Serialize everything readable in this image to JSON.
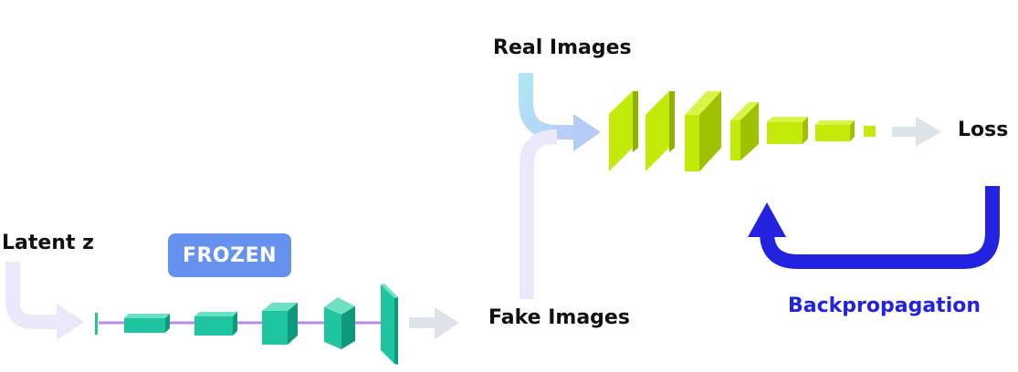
{
  "labels": {
    "real_images": "Real Images",
    "fake_images": "Fake Images",
    "latent": "Latent z",
    "loss": "Loss",
    "backprop": "Backpropagation",
    "frozen": "FROZEN"
  },
  "colors": {
    "discriminator": "#c4ea0a",
    "generator": "#1ec5a0",
    "connector": "#b98ae6",
    "backprop_arrow": "#2222e0",
    "frozen_badge": "#6691ee",
    "real_flow": "#aee3f2",
    "fake_flow": "#ece8fb",
    "gray_arrow": "#dde3e8"
  }
}
